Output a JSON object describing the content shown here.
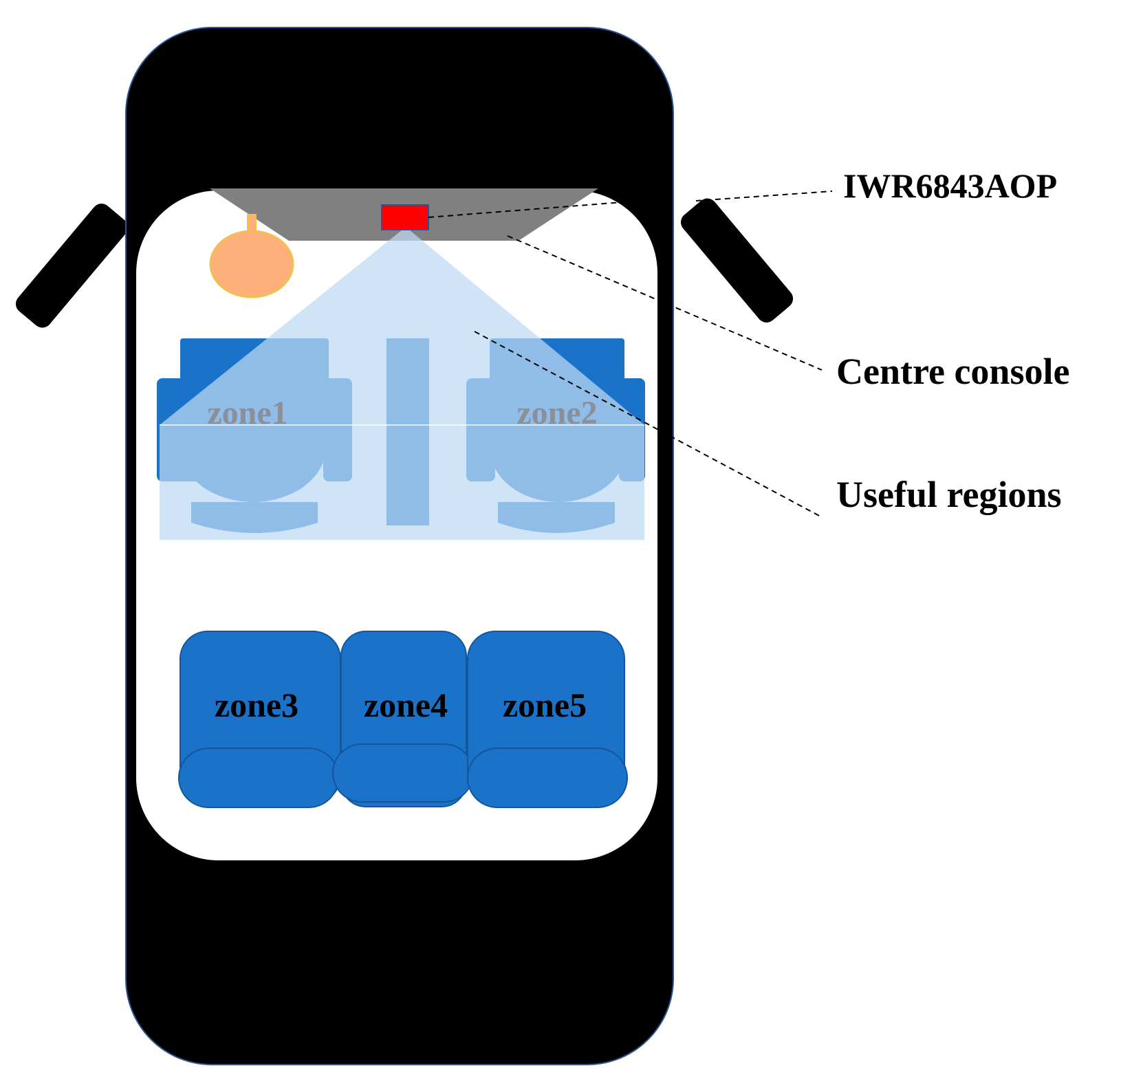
{
  "colors": {
    "car_body": "#000000",
    "cabin": "#ffffff",
    "console": "#808080",
    "sensor": "#ff0000",
    "sensor_border": "#2f5597",
    "seat": "#1a73c9",
    "seat_border": "#12579b",
    "useful_region": "#bcd9f2",
    "mirror": "#ffb07a",
    "mirror_border": "#f0c050"
  },
  "labels": {
    "sensor": "IWR6843AOP",
    "console": "Centre console",
    "useful_regions": "Useful regions"
  },
  "zones": {
    "zone1": "zone1",
    "zone2": "zone2",
    "zone3": "zone3",
    "zone4": "zone4",
    "zone5": "zone5"
  },
  "icons": {
    "car": "car-top-view-icon",
    "sensor": "radar-sensor-icon",
    "mirror": "rear-view-mirror-icon",
    "seat": "seat-icon"
  }
}
